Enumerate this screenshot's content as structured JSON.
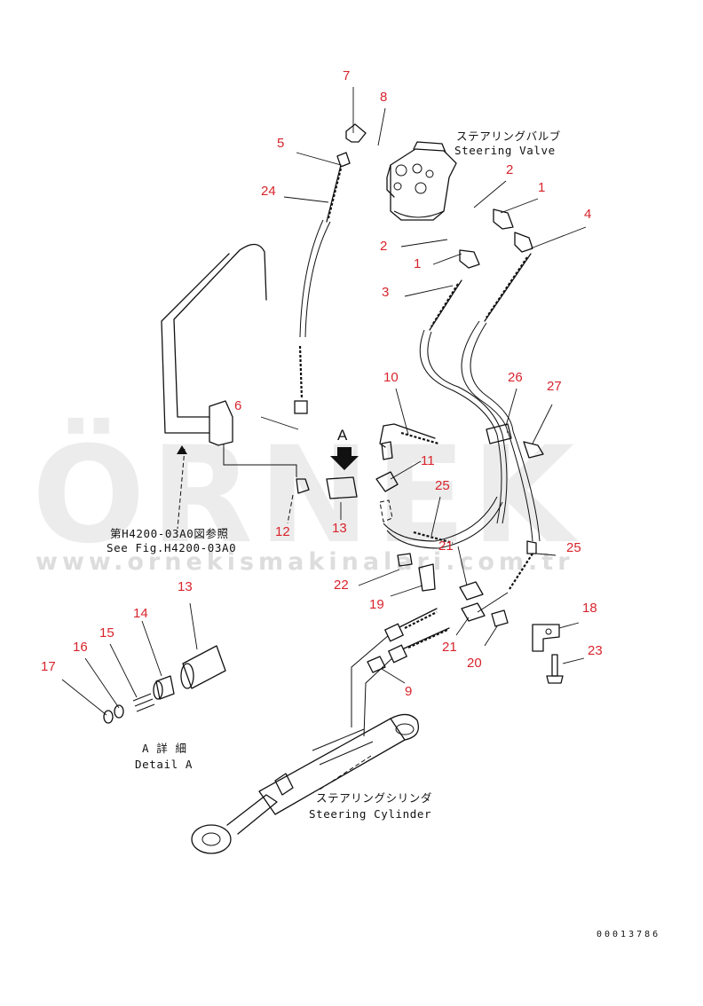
{
  "diagram": {
    "labels": {
      "valve_jp": "ステアリングバルブ",
      "valve_en": "Steering Valve",
      "seefig_jp": "第H4200-03A0図参照",
      "seefig_en": "See Fig.H4200-03A0",
      "detail_jp": "A 詳 細",
      "detail_en": "Detail A",
      "cylinder_jp": "ステアリングシリンダ",
      "cylinder_en": "Steering Cylinder",
      "view_arrow": "A",
      "doc_number": "00013786"
    },
    "callouts": [
      {
        "id": "c7",
        "text": "7"
      },
      {
        "id": "c8",
        "text": "8"
      },
      {
        "id": "c5",
        "text": "5"
      },
      {
        "id": "c24",
        "text": "24"
      },
      {
        "id": "c2a",
        "text": "2"
      },
      {
        "id": "c1a",
        "text": "1"
      },
      {
        "id": "c4",
        "text": "4"
      },
      {
        "id": "c2b",
        "text": "2"
      },
      {
        "id": "c1b",
        "text": "1"
      },
      {
        "id": "c3",
        "text": "3"
      },
      {
        "id": "c10",
        "text": "10"
      },
      {
        "id": "c26",
        "text": "26"
      },
      {
        "id": "c27",
        "text": "27"
      },
      {
        "id": "c6",
        "text": "6"
      },
      {
        "id": "c11",
        "text": "11"
      },
      {
        "id": "c25a",
        "text": "25"
      },
      {
        "id": "c12",
        "text": "12"
      },
      {
        "id": "c13a",
        "text": "13"
      },
      {
        "id": "c21a",
        "text": "21"
      },
      {
        "id": "c25b",
        "text": "25"
      },
      {
        "id": "c22",
        "text": "22"
      },
      {
        "id": "c19",
        "text": "19"
      },
      {
        "id": "c13b",
        "text": "13"
      },
      {
        "id": "c14",
        "text": "14"
      },
      {
        "id": "c15",
        "text": "15"
      },
      {
        "id": "c16",
        "text": "16"
      },
      {
        "id": "c17",
        "text": "17"
      },
      {
        "id": "c18",
        "text": "18"
      },
      {
        "id": "c21b",
        "text": "21"
      },
      {
        "id": "c20",
        "text": "20"
      },
      {
        "id": "c23",
        "text": "23"
      },
      {
        "id": "c9",
        "text": "9"
      }
    ]
  },
  "watermark": {
    "brand": "ÖRNEK",
    "url": "www.ornekismakinalari.com.tr",
    "accent_color": "#f2c94c"
  },
  "colors": {
    "callout": "#d8242c",
    "line": "#111111",
    "background": "#ffffff"
  }
}
